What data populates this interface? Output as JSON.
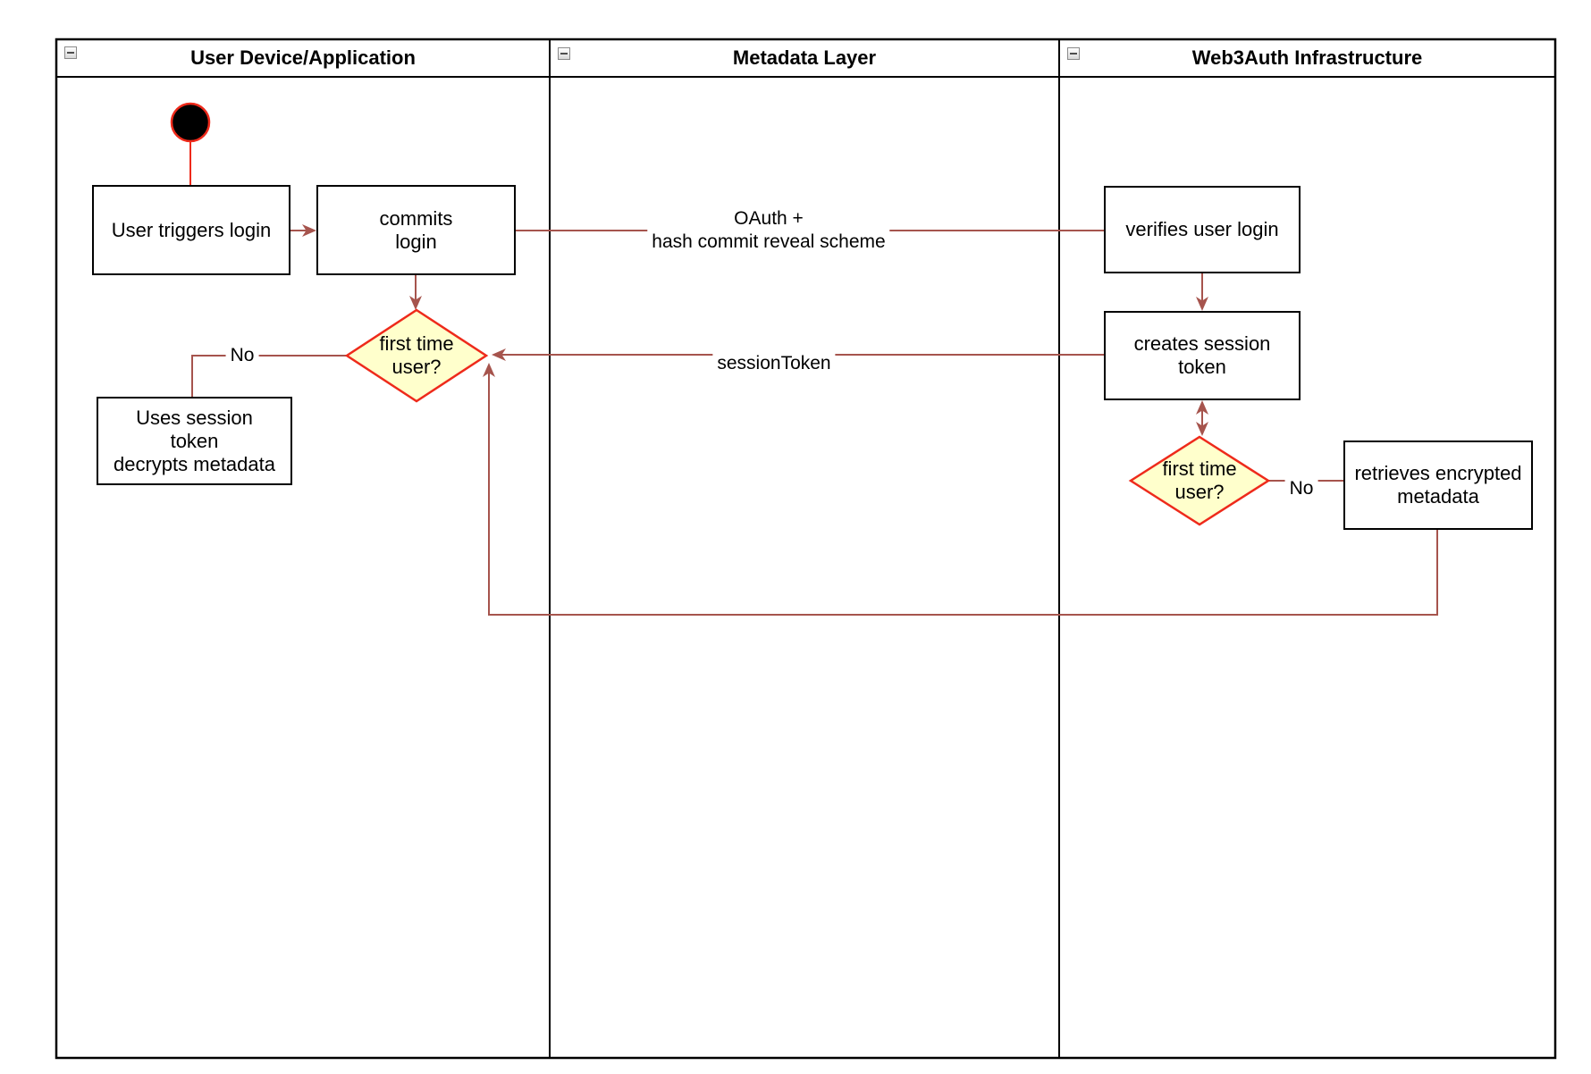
{
  "lanes": [
    {
      "title": "User Device/Application",
      "collapse_icon": "minus-icon"
    },
    {
      "title": "Metadata Layer",
      "collapse_icon": "minus-icon"
    },
    {
      "title": "Web3Auth Infrastructure",
      "collapse_icon": "minus-icon"
    }
  ],
  "nodes": {
    "start": {
      "type": "initial-node"
    },
    "user_triggers_login": {
      "label": "User triggers login"
    },
    "commits_login": {
      "label": "commits\nlogin"
    },
    "first_time_user_device": {
      "label": "first time\nuser?"
    },
    "uses_session_token": {
      "label": "Uses session\ntoken\ndecrypts metadata"
    },
    "verifies_user_login": {
      "label": "verifies user login"
    },
    "creates_session_token": {
      "label": "creates session\ntoken"
    },
    "first_time_user_infra": {
      "label": "first time\nuser?"
    },
    "retrieves_encrypted_metadata": {
      "label": "retrieves encrypted\nmetadata"
    }
  },
  "edge_labels": {
    "oauth": "OAuth +\nhash commit reveal scheme",
    "session_token": "sessionToken",
    "no_device": "No",
    "no_infra": "No"
  },
  "colors": {
    "edge_line": "#a6544d",
    "shape_red": "#ee2a1b",
    "diamond_fill": "#ffffcc",
    "node_border": "#000000",
    "node_fill": "#ffffff",
    "frame_border": "#000000",
    "collapse_border": "#8a8a8a"
  }
}
